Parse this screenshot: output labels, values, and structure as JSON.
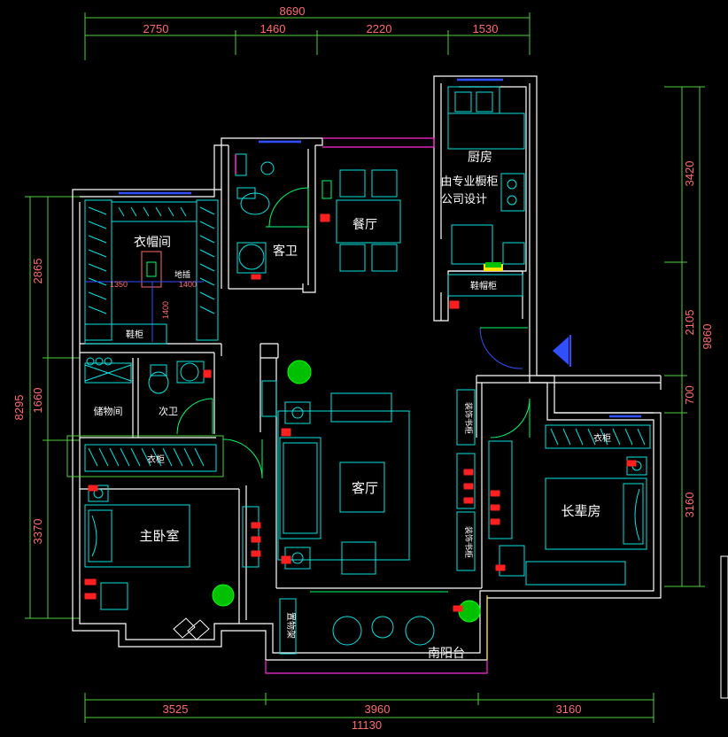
{
  "dimensions": {
    "top_total": "8690",
    "top_segments": [
      "2750",
      "1460",
      "2220",
      "1530"
    ],
    "bottom_total": "11130",
    "bottom_segments": [
      "3525",
      "3960",
      "3160"
    ],
    "left_total": "8295",
    "left_segments": [
      "2865",
      "1660",
      "3370"
    ],
    "right_total": "9860",
    "right_segments": [
      "3420",
      "2105",
      "700",
      "3160"
    ]
  },
  "rooms": {
    "wardrobe": "衣帽间",
    "guest_bath": "客卫",
    "dining": "餐厅",
    "kitchen": "厨房",
    "kitchen_note_1": "由专业橱柜",
    "kitchen_note_2": "公司设计",
    "shoe_cabinet_1": "鞋帽柜",
    "storage": "储物间",
    "second_bath": "次卫",
    "living": "客厅",
    "master": "主卧室",
    "elder": "长辈房",
    "balcony": "南阳台"
  },
  "labels": {
    "floor_drain": "地插",
    "dim_1350": "1350",
    "dim_1400a": "1400",
    "dim_1400b": "1400",
    "shoe_cabinet_2": "鞋柜",
    "wardrobe_cab": "衣柜",
    "wardrobe_cab_2": "衣柜",
    "deco_shelf_1": "装饰书柜",
    "deco_shelf_2": "装饰书柜",
    "rack": "置物架"
  },
  "colors": {
    "background": "#000000",
    "wall": "#ffffff",
    "furniture": "#00e5e5",
    "dimension_text": "#ff6b6b",
    "dimension_line": "#4cd137",
    "window": "#3050ff",
    "door": "#00ff66",
    "outlet": "#ff2020"
  }
}
